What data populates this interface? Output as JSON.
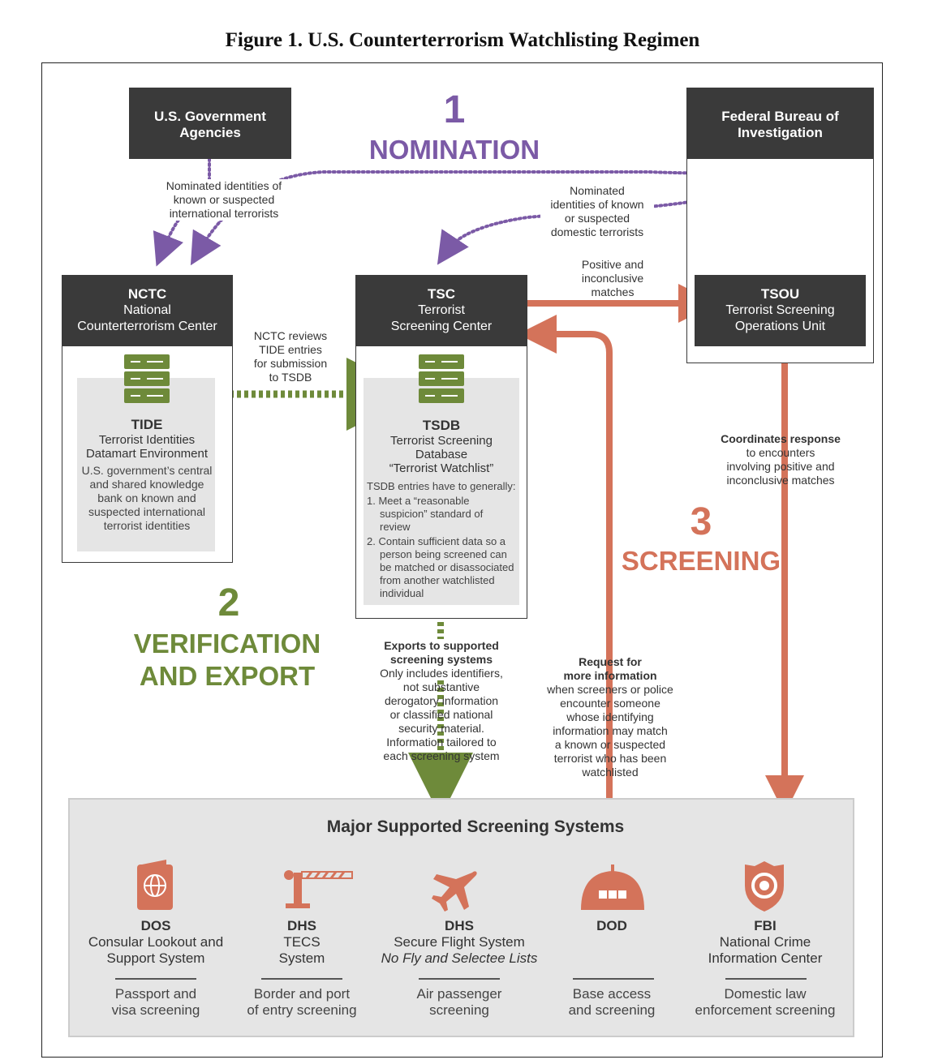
{
  "figure_title": "Figure 1. U.S. Counterterrorism Watchlisting Regimen",
  "stages": {
    "nomination": {
      "number": "1",
      "label": "NOMINATION"
    },
    "verification": {
      "number": "2",
      "label_line1": "VERIFICATION",
      "label_line2": "AND EXPORT"
    },
    "screening": {
      "number": "3",
      "label": "SCREENING"
    }
  },
  "boxes": {
    "usg": {
      "line1": "U.S. Government",
      "line2": "Agencies"
    },
    "fbi": {
      "line1": "Federal Bureau of",
      "line2": "Investigation"
    },
    "nctc": {
      "abbr": "NCTC",
      "line1": "National",
      "line2": "Counterterrorism Center"
    },
    "tsc": {
      "abbr": "TSC",
      "line1": "Terrorist",
      "line2": "Screening Center"
    },
    "tsou": {
      "abbr": "TSOU",
      "line1": "Terrorist Screening",
      "line2": "Operations Unit"
    }
  },
  "tide": {
    "abbr": "TIDE",
    "name_line1": "Terrorist Identities",
    "name_line2": "Datamart Environment",
    "desc_line1": "U.S. government’s central",
    "desc_line2": "and shared knowledge",
    "desc_line3": "bank on known and",
    "desc_line4": "suspected international",
    "desc_line5": "terrorist identities"
  },
  "tsdb": {
    "abbr": "TSDB",
    "name_line1": "Terrorist Screening",
    "name_line2": "Database",
    "name_line3": "“Terrorist Watchlist”",
    "intro": "TSDB entries have to generally:",
    "item1_line1": "1. Meet a “reasonable",
    "item1_line2": "suspicion” standard of",
    "item1_line3": "review",
    "item2_line1": "2. Contain sufficient data so a",
    "item2_line2": "person being screened can",
    "item2_line3": "be matched or disassociated",
    "item2_line4": "from another watchlisted",
    "item2_line5": "individual"
  },
  "annotations": {
    "nominated_intl": {
      "l1": "Nominated identities of",
      "l2": "known or suspected",
      "l3": "international terrorists"
    },
    "nominated_domestic": {
      "l1": "Nominated",
      "l2": "identities of known",
      "l3": "or suspected",
      "l4": "domestic terrorists"
    },
    "positive_matches": {
      "l1": "Positive and",
      "l2": "inconclusive",
      "l3": "matches"
    },
    "nctc_reviews": {
      "l1": "NCTC reviews",
      "l2": "TIDE entries",
      "l3": "for submission",
      "l4": "to TSDB"
    },
    "coordinates": {
      "bold": "Coordinates response",
      "l1": "to encounters",
      "l2": "involving positive and",
      "l3": "inconclusive matches"
    },
    "exports": {
      "b1": "Exports to supported",
      "b2": "screening systems",
      "l1": "Only includes identifiers,",
      "l2": "not substantive",
      "l3": "derogatory information",
      "l4": "or classified national",
      "l5": "security material.",
      "l6": "Information tailored to",
      "l7": "each screening system"
    },
    "request": {
      "b1": "Request for",
      "b2": "more information",
      "l1": "when screeners or police",
      "l2": "encounter someone",
      "l3": "whose identifying",
      "l4": "information may match",
      "l5": "a known or suspected",
      "l6": "terrorist who has been",
      "l7": "watchlisted"
    }
  },
  "systems_panel": {
    "title": "Major Supported Screening Systems",
    "items": [
      {
        "icon": "passport-icon",
        "agency": "DOS",
        "name1": "Consular Lookout and",
        "name2": "Support System",
        "desc1": "Passport and",
        "desc2": "visa screening"
      },
      {
        "icon": "barrier-gate-icon",
        "agency": "DHS",
        "name1": "TECS",
        "name2": "System",
        "desc1": "Border and port",
        "desc2": "of entry screening"
      },
      {
        "icon": "airplane-icon",
        "agency": "DHS",
        "name1": "Secure Flight System",
        "name2": "No Fly and Selectee Lists",
        "desc1": "Air passenger",
        "desc2": "screening"
      },
      {
        "icon": "military-base-icon",
        "agency": "DOD",
        "name1": "",
        "name2": "",
        "desc1": "Base access",
        "desc2": "and screening"
      },
      {
        "icon": "police-badge-icon",
        "agency": "FBI",
        "name1": "National Crime",
        "name2": "Information Center",
        "desc1": "Domestic law",
        "desc2": "enforcement screening"
      }
    ]
  },
  "colors": {
    "purple": "#7b5aa6",
    "green": "#6e8a3a",
    "orange": "#d4735a",
    "dark": "#3a3a3a",
    "panel": "#e5e5e5"
  }
}
